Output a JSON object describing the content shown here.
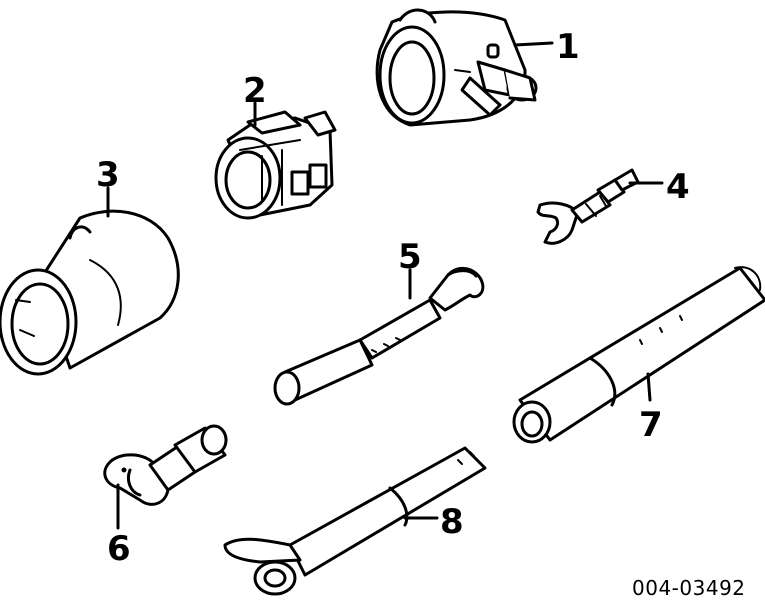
{
  "callouts": [
    {
      "id": "1",
      "label": "1"
    },
    {
      "id": "2",
      "label": "2"
    },
    {
      "id": "3",
      "label": "3"
    },
    {
      "id": "4",
      "label": "4"
    },
    {
      "id": "5",
      "label": "5"
    },
    {
      "id": "6",
      "label": "6"
    },
    {
      "id": "7",
      "label": "7"
    },
    {
      "id": "8",
      "label": "8"
    }
  ],
  "reference_number": "004-03492"
}
